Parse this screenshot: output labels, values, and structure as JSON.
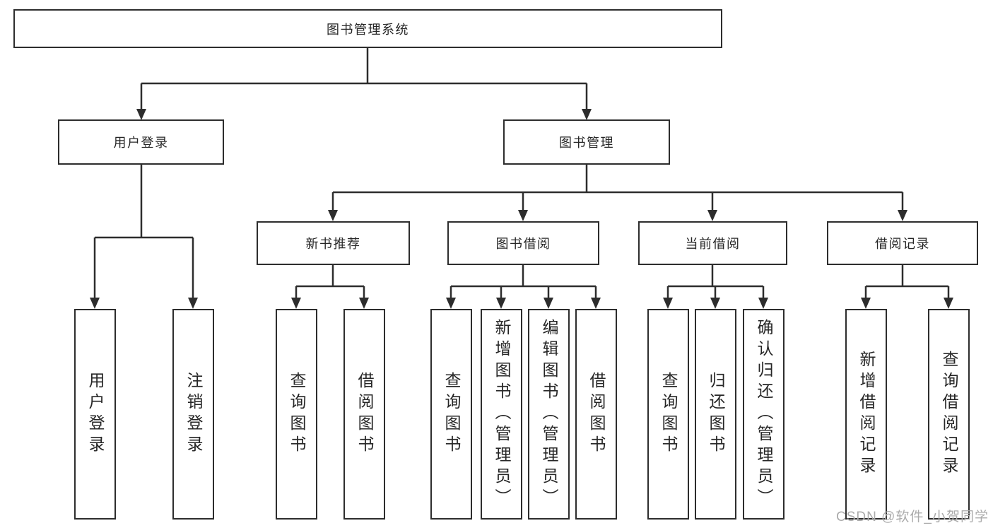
{
  "title": "图书管理系统",
  "tree": {
    "root": {
      "label": "图书管理系统",
      "children": [
        {
          "label": "用户登录",
          "children": [
            {
              "label": "用户登录"
            },
            {
              "label": "注销登录"
            }
          ]
        },
        {
          "label": "图书管理",
          "children": [
            {
              "label": "新书推荐",
              "children": [
                {
                  "label": "查询图书"
                },
                {
                  "label": "借阅图书"
                }
              ]
            },
            {
              "label": "图书借阅",
              "children": [
                {
                  "label": "查询图书"
                },
                {
                  "label": "新增图书（管理员）"
                },
                {
                  "label": "编辑图书（管理员）"
                },
                {
                  "label": "借阅图书"
                }
              ]
            },
            {
              "label": "当前借阅",
              "children": [
                {
                  "label": "查询图书"
                },
                {
                  "label": "归还图书"
                },
                {
                  "label": "确认归还（管理员）"
                }
              ]
            },
            {
              "label": "借阅记录",
              "children": [
                {
                  "label": "新增借阅记录"
                },
                {
                  "label": "查询借阅记录"
                }
              ]
            }
          ]
        }
      ]
    }
  },
  "watermark": "CSDN @软件_小贺同学",
  "colors": {
    "line": "#2d2d2d",
    "text": "#262626",
    "background": "#ffffff",
    "watermark": "#ababab"
  }
}
